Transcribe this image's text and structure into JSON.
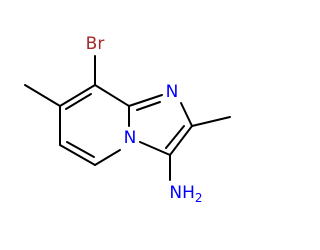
{
  "molecule": {
    "atoms": {
      "bromine": {
        "label": "Br",
        "color": "#a52a2a"
      },
      "imidazole_nitrogen": {
        "label": "N",
        "color": "#0000ff"
      },
      "bridgehead_nitrogen": {
        "label": "N",
        "color": "#0000ff"
      },
      "amine": {
        "label": "NH",
        "subscript": "2",
        "color": "#0000ff"
      }
    },
    "bond_color": "#000000"
  }
}
